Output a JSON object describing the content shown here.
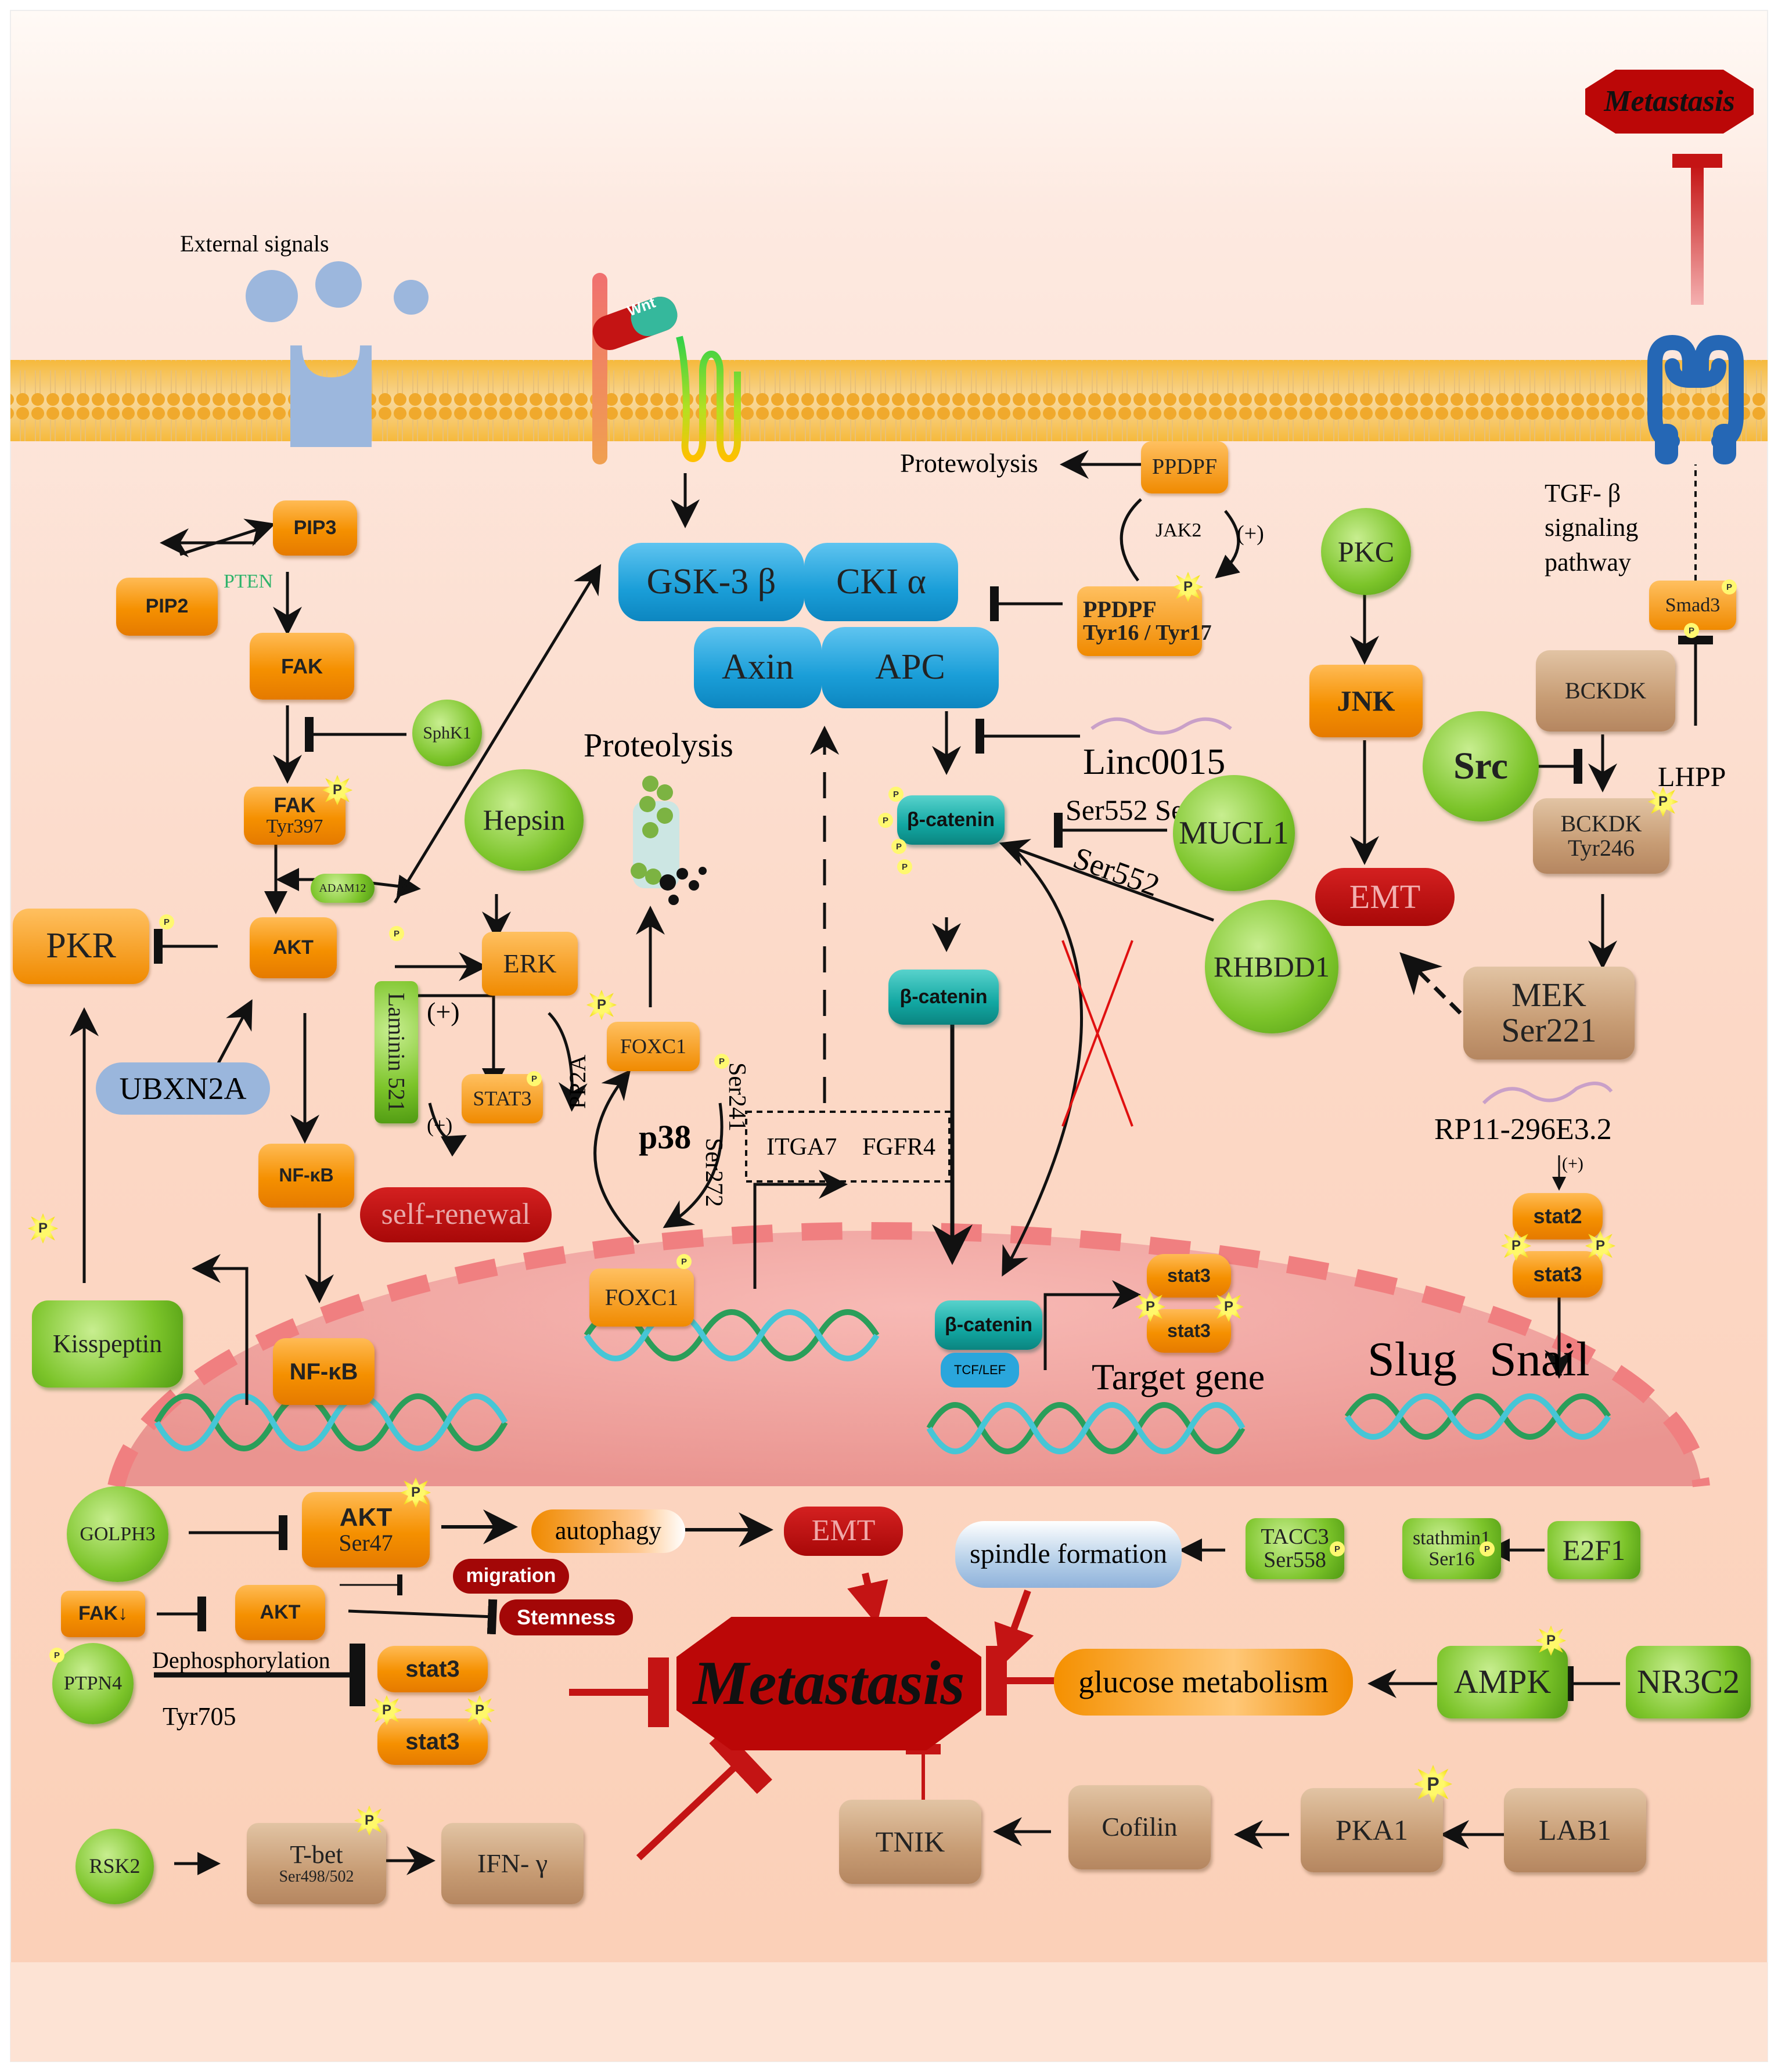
{
  "top_metastasis": "Metastasis",
  "external_signals": "External signals",
  "wnt": "Wnt",
  "membrane": {
    "pip3": "PIP3",
    "pip2": "PIP2",
    "pten": "PTEN",
    "fak": "FAK",
    "fak_p": "FAK",
    "fak_p_site": "Tyr397",
    "sphk1": "SphK1",
    "adam12": "ADAM12",
    "akt": "AKT",
    "pkr": "PKR",
    "ubxn2a": "UBXN2A",
    "nfkb": "NF-κB",
    "nfkb_nuc": "NF-κB",
    "kisspeptin": "Kisspeptin",
    "hepsin": "Hepsin",
    "erk": "ERK",
    "laminin": "Laminin 521",
    "stat3": "STAT3",
    "plus1": "(+)",
    "plus2": "(+)",
    "self_renewal": "self-renewal",
    "pp2a": "PP2A"
  },
  "wnt_complex": {
    "gsk3b": "GSK-3 β",
    "cki": "CKI α",
    "axin": "Axin",
    "apc": "APC",
    "proteolysis": "Proteolysis",
    "protewolysis": "Protewolysis",
    "ppdpf": "PPDPF",
    "jak2": "JAK2",
    "plus": "(+)",
    "ppdpf_p": "PPDPF",
    "ppdpf_p_site": "Tyr16 / Tyr17",
    "linc": "Linc0015",
    "bcat1": "β-catenin",
    "bcat2": "β-catenin",
    "bcat3": "β-catenin",
    "tcf": "TCF/LEF",
    "mucl1_sites": "Ser552 Ser 675",
    "mucl1": "MUCL1",
    "ser552": "Ser552",
    "rhbdd1": "RHBDD1",
    "foxc1": "FOXC1",
    "foxc1_nuc": "FOXC1",
    "ser241": "Ser241",
    "ser272": "Ser272",
    "p38": "p38",
    "itga7": "ITGA7",
    "fgfr4": "FGFR4",
    "stat3a": "stat3",
    "stat3b": "stat3",
    "target": "Target gene"
  },
  "right": {
    "pkc": "PKC",
    "jnk": "JNK",
    "emt": "EMT",
    "tgf": "TGF- β\nsignaling\npathway",
    "smad3": "Smad3",
    "bckdk": "BCKDK",
    "src": "Src",
    "bckdk_p": "BCKDK",
    "bckdk_site": "Tyr246",
    "lhpp": "LHPP",
    "mek": "MEK",
    "mek_site": "Ser221",
    "rp11": "RP11-296E3.2",
    "plus": "(+)",
    "stat2": "stat2",
    "stat3": "stat3",
    "slug": "Slug",
    "snail": "Snail"
  },
  "bottom": {
    "golph3": "GOLPH3",
    "akt": "AKT",
    "akt_site": "Ser47",
    "autophagy": "autophagy",
    "emt": "EMT",
    "migration": "migration",
    "stemness": "Stemness",
    "fak": "FAK↓",
    "akt2": "AKT",
    "ptpn4": "PTPN4",
    "dephos": "Dephosphorylation",
    "tyr705": "Tyr705",
    "stat3a": "stat3",
    "stat3b": "stat3",
    "metastasis": "Metastasis",
    "rsk2": "RSK2",
    "tbet": "T-bet",
    "tbet_site": "Ser498/502",
    "ifng": "IFN- γ",
    "spindle": "spindle formation",
    "tacc3": "TACC3",
    "tacc3_site": "Ser558",
    "stathmin": "stathmin1",
    "stathmin_site": "Ser16",
    "e2f1": "E2F1",
    "glucose": "glucose metabolism",
    "ampk": "AMPK",
    "nr3c2": "NR3C2",
    "tnik": "TNIK",
    "cofilin": "Cofilin",
    "pka1": "PKA1",
    "lab1": "LAB1"
  },
  "p": "P",
  "colors": {
    "orange": "#f59000",
    "green": "#7cc42a",
    "tan": "#c79c74",
    "teal": "#12a7a2",
    "blue": "#1a9ed8",
    "red": "#bb0707",
    "arrow": "#111111"
  }
}
